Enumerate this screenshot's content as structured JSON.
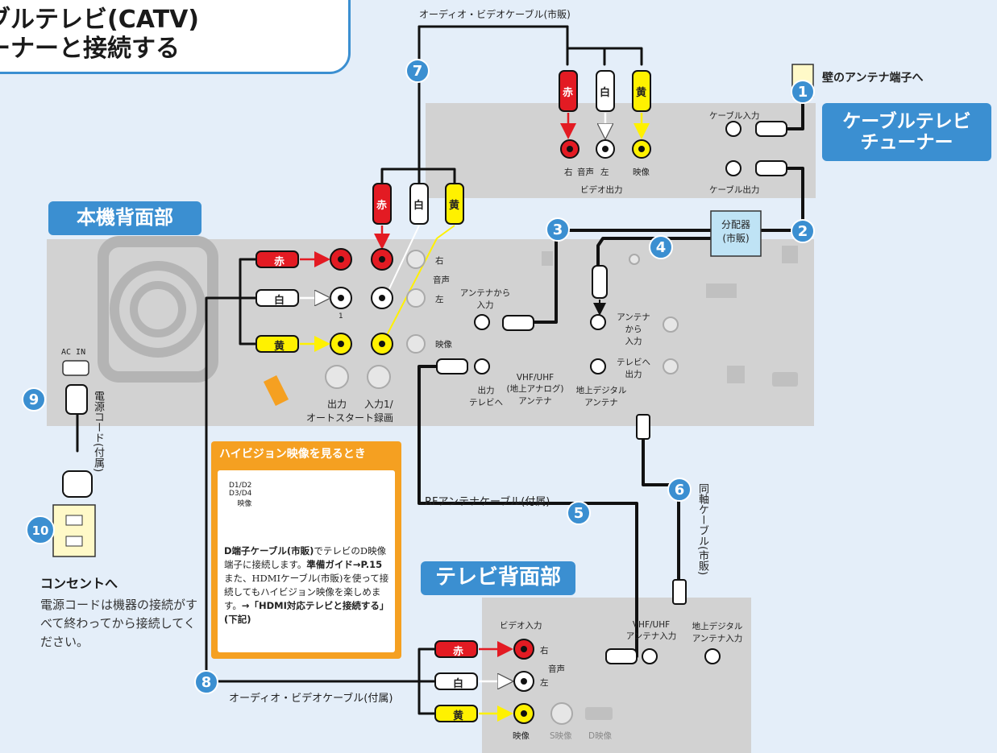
{
  "title": {
    "line1": "ブルテレビ(CATV)",
    "line2": "ーナーと接続する"
  },
  "sections": {
    "catv_tuner": "ケーブルテレビ\nチューナー",
    "main_unit_rear": "本機背面部",
    "tv_rear": "テレビ背面部"
  },
  "wall_antenna": "壁のアンテナ端子へ",
  "steps": [
    "1",
    "2",
    "3",
    "4",
    "5",
    "6",
    "7",
    "8",
    "9",
    "10"
  ],
  "cables": {
    "av_cable_bought": "オーディオ・ビデオケーブル(市販)",
    "av_cable_included": "オーディオ・ビデオケーブル(付属)",
    "rf_cable": "RFアンテナケーブル(付属)",
    "coax_cable": "同軸ケーブル(市販)",
    "power_cord": "電源コード(付属)"
  },
  "splitter": "分配器\n(市販)",
  "plug_colors": {
    "red": "赤",
    "white": "白",
    "yellow": "黄"
  },
  "tuner_labels": {
    "cable_in": "ケーブル入力",
    "cable_out": "ケーブル出力",
    "right": "右",
    "audio": "音声",
    "left": "左",
    "video": "映像",
    "video_out": "ビデオ出力"
  },
  "unit_labels": {
    "right": "右",
    "audio": "音声",
    "left": "左",
    "video": "映像",
    "one": "1",
    "antenna_in": "アンテナから\n入力",
    "antenna_in2": "アンテナ\nから\n入力",
    "tv_out": "テレビへ\n出力",
    "out_to_tv": "出力\nテレビへ",
    "vhf_uhf": "VHF/UHF\n(地上アナログ)\nアンテナ",
    "terrestrial_digital": "地上デジタル\nアンテナ",
    "output": "出力",
    "input": "入力1/",
    "auto_start": "オートスタート録画",
    "ac_in": "AC IN"
  },
  "tv_labels": {
    "video_in": "ビデオ入力",
    "right": "右",
    "audio": "音声",
    "left": "左",
    "video": "映像",
    "s_video": "S映像",
    "d_video": "D映像",
    "vhf_uhf_in": "VHF/UHF\nアンテナ入力",
    "digital_in": "地上デジタル\nアンテナ入力"
  },
  "hd_box": {
    "heading": "ハイビジョン映像を見るとき",
    "d_terminal": "D1/D2\nD3/D4\n映像",
    "text_bold1": "D端子ケーブル(市販)",
    "text1": "でテレビのD映像端子に接続します。",
    "text_bold2": "準備ガイド→P.15",
    "text2": "また、HDMIケーブル(市販)を使って接続してもハイビジョン映像を楽しめます。",
    "text_bold3": "→「HDMI対応テレビと接続する」(下記)"
  },
  "outlet": {
    "title": "コンセントへ",
    "desc": "電源コードは機器の接続がすべて終わってから接続してください。"
  },
  "colors": {
    "background": "#e4eef9",
    "accent_blue": "#3b8fd1",
    "panel_gray": "#d2d2d2",
    "orange": "#f5a021",
    "red": "#e31b23",
    "yellow": "#fff100"
  }
}
